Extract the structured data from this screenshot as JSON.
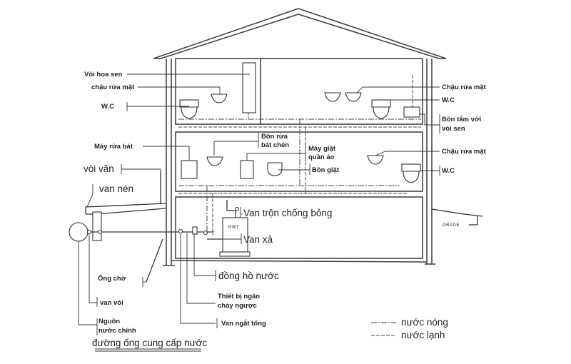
{
  "title": "đường ống cung cấp nước",
  "labels": {
    "shower_faucet": "Vòi hoa sen",
    "wash_basin_upper_left": "chậu rửa mặt",
    "wc_upper_left": "W.C",
    "dishwasher": "Máy rửa bát",
    "hose_bibb": "vòi vặn",
    "compression_valve": "van nén",
    "anti_scald_valve": "Van trộn chống bỏng",
    "drain_valve": "Van xả",
    "sleeve_pipe": "Ống chờ",
    "water_meter": "đồng hồ nước",
    "backflow_line1": "Thiết bị ngăn",
    "backflow_line2": "chảy ngược",
    "curb_valve": "van vòi",
    "main_source_line1": "Nguồn",
    "main_source_line2": "nước chính",
    "main_shutoff": "Van ngắt tổng",
    "kitchen_sink_line1": "Bồn rửa",
    "kitchen_sink_line2": "bát chén",
    "washing_machine_line1": "Máy giặt",
    "washing_machine_line2": "quần áo",
    "laundry_tub": "Bồn giặt",
    "wash_basin_upper_right": "Chậu rửa mặt",
    "wc_upper_right": "W.C",
    "bathtub_line1": "Bồn tắm với",
    "bathtub_line2": "vòi sen",
    "wash_basin_middle_right": "Chậu rửa mặt",
    "wc_middle_right": "W.C",
    "grade": "GRADE",
    "water_heater": "HWT"
  },
  "legend": {
    "hot": "nước nóng",
    "cold": "nước lạnh"
  }
}
